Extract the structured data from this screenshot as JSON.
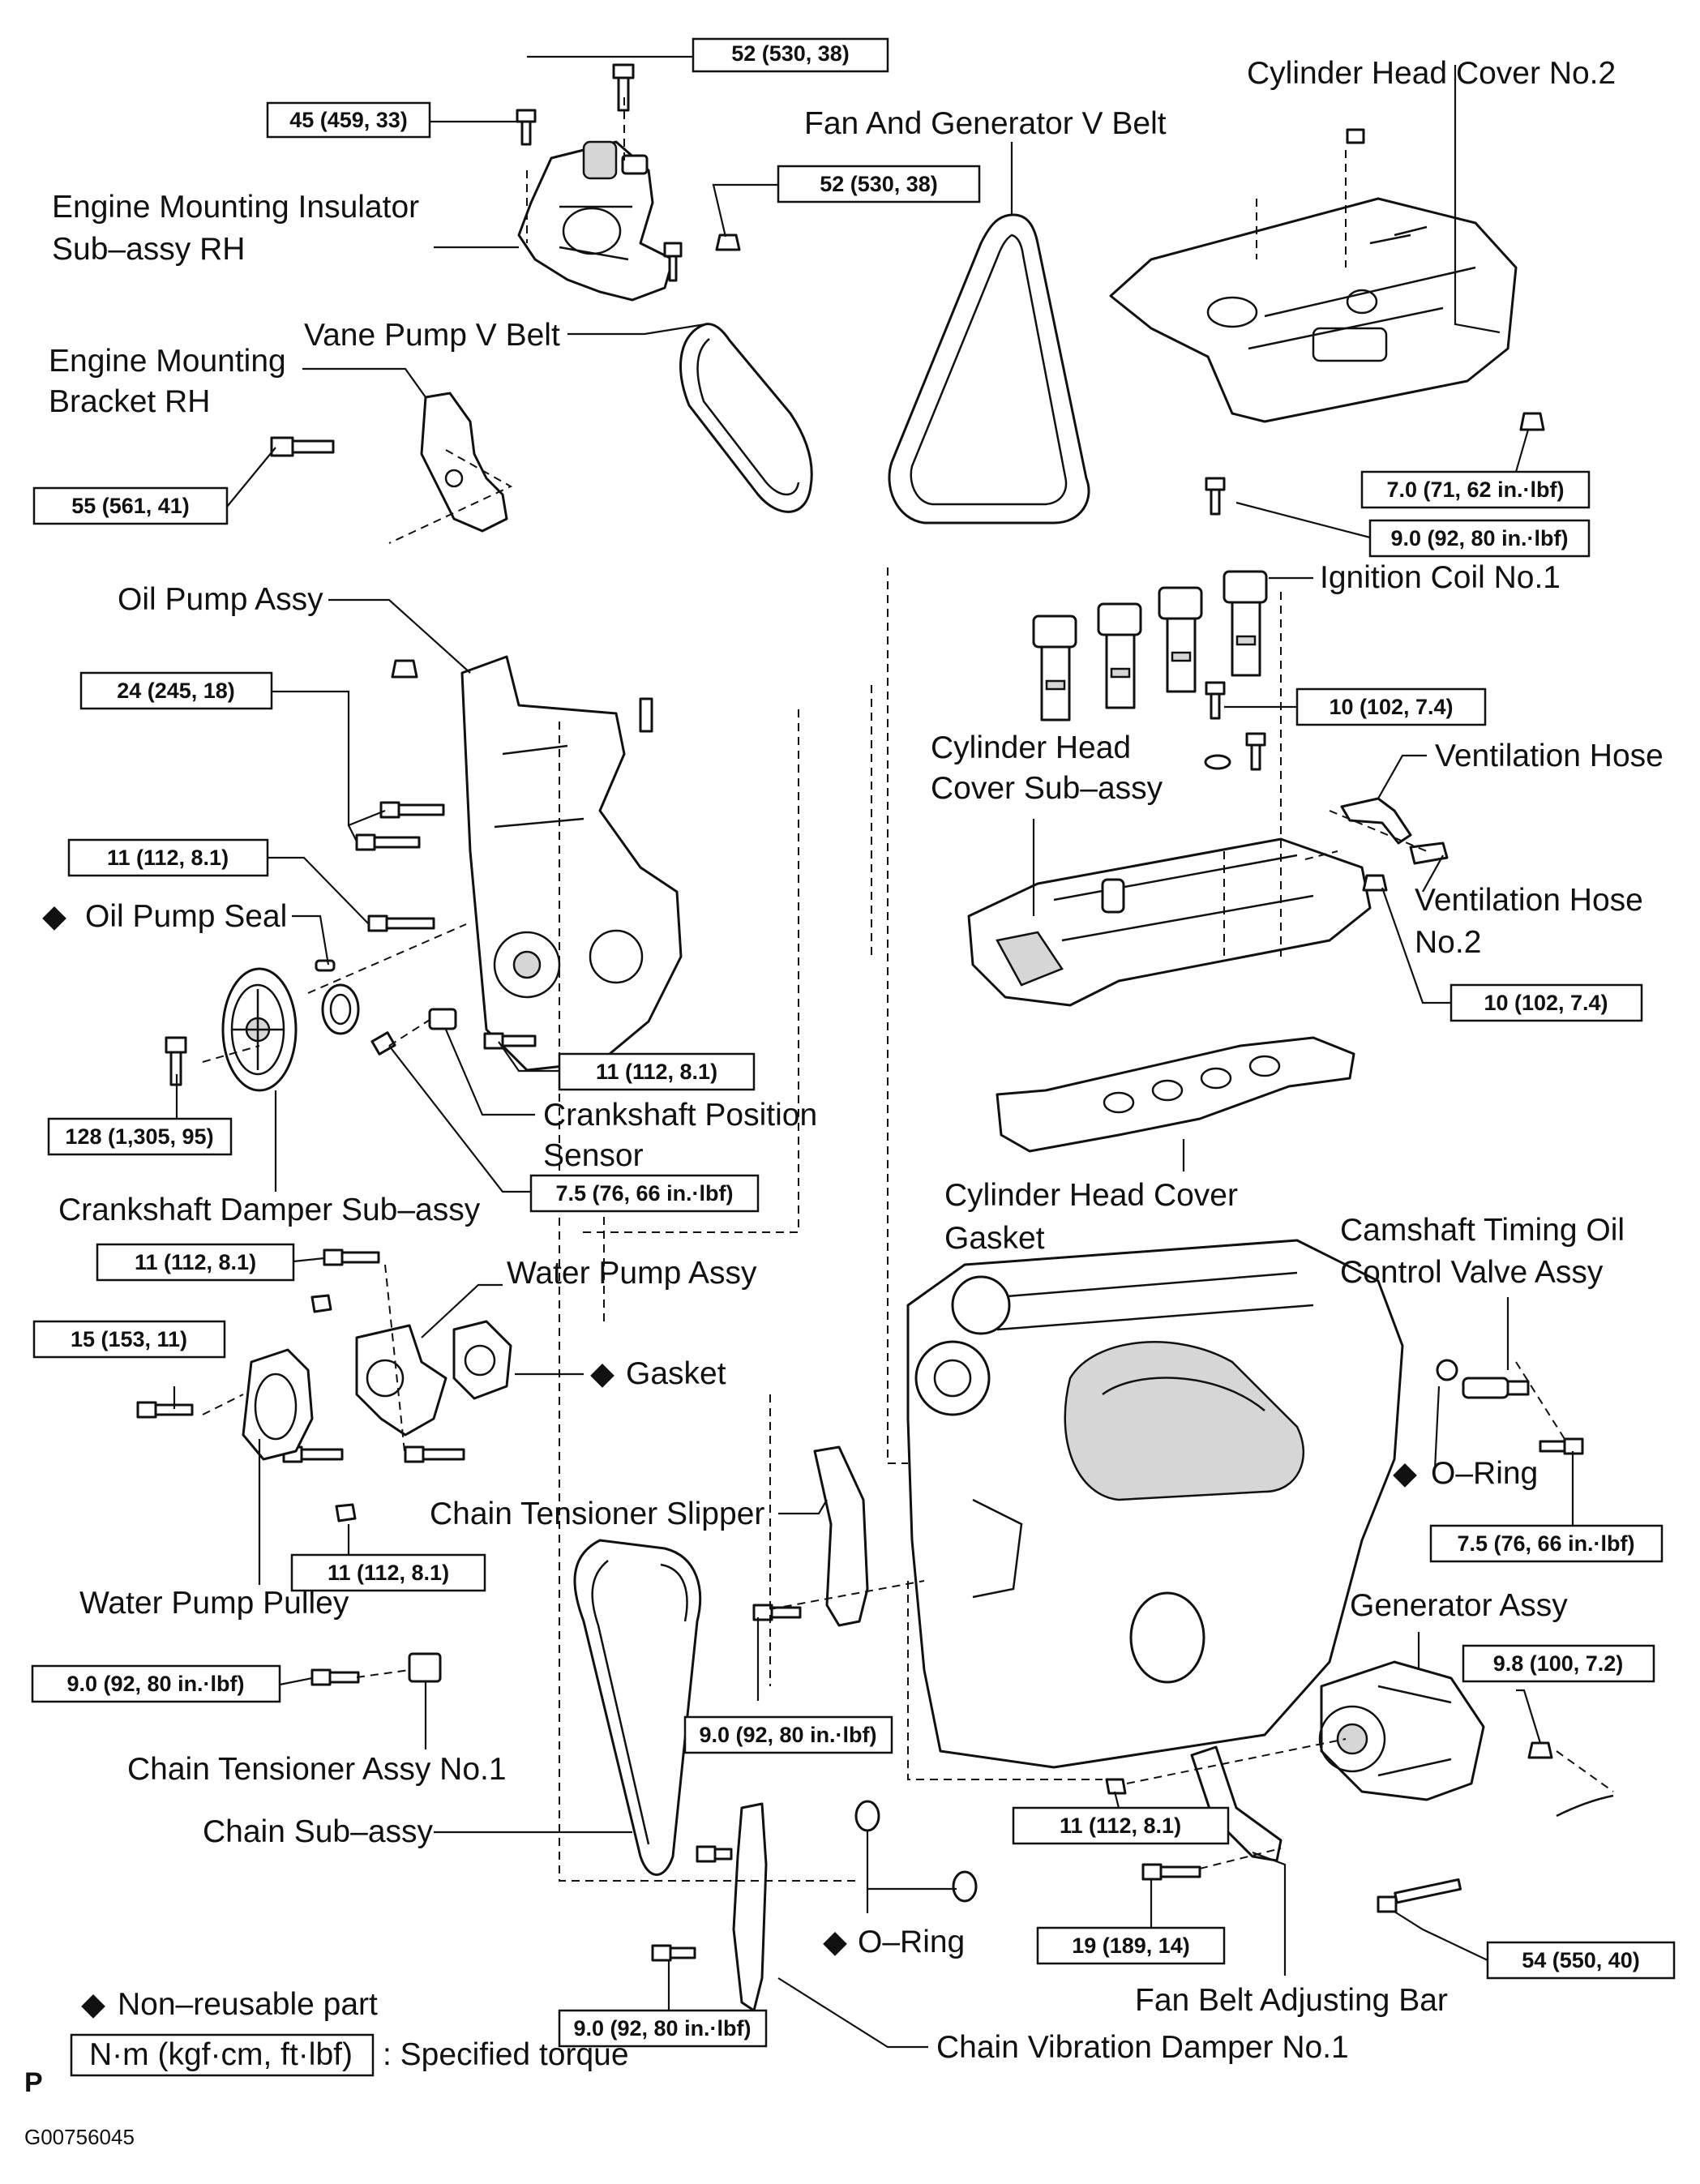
{
  "parts": {
    "cylinder_head_cover_no2": "Cylinder Head Cover No.2",
    "fan_generator_v_belt": "Fan And Generator V Belt",
    "engine_mounting_insulator_1": "Engine Mounting Insulator",
    "engine_mounting_insulator_2": "Sub–assy RH",
    "vane_pump_v_belt": "Vane Pump V Belt",
    "engine_mounting_bracket_1": "Engine Mounting",
    "engine_mounting_bracket_2": "Bracket RH",
    "oil_pump_assy": "Oil Pump Assy",
    "ignition_coil": "Ignition Coil No.1",
    "cylinder_head_cover_subassy_1": "Cylinder Head",
    "cylinder_head_cover_subassy_2": "Cover Sub–assy",
    "ventilation_hose": "Ventilation Hose",
    "ventilation_hose_no2_1": "Ventilation Hose",
    "ventilation_hose_no2_2": "No.2",
    "oil_pump_seal": "Oil Pump Seal",
    "crankshaft_position_sensor_1": "Crankshaft Position",
    "crankshaft_position_sensor_2": "Sensor",
    "crankshaft_damper": "Crankshaft Damper Sub–assy",
    "cylinder_head_cover_gasket_1": "Cylinder Head Cover",
    "cylinder_head_cover_gasket_2": "Gasket",
    "water_pump_assy": "Water Pump Assy",
    "camshaft_timing_1": "Camshaft Timing Oil",
    "camshaft_timing_2": "Control Valve Assy",
    "gasket": "Gasket",
    "o_ring_right": "O–Ring",
    "chain_tensioner_slipper": "Chain Tensioner Slipper",
    "water_pump_pulley": "Water Pump Pulley",
    "generator_assy": "Generator Assy",
    "chain_tensioner_assy": "Chain Tensioner Assy No.1",
    "chain_subassy": "Chain Sub–assy",
    "o_ring_bottom": "O–Ring",
    "fan_belt_adjusting_bar": "Fan Belt Adjusting Bar",
    "chain_vibration_damper": "Chain Vibration Damper No.1"
  },
  "torques": {
    "t_52a": "52 (530, 38)",
    "t_45": "45 (459, 33)",
    "t_52b": "52 (530, 38)",
    "t_55": "55 (561, 41)",
    "t_70": "7.0 (71, 62 in.·lbf)",
    "t_90_coil": "9.0 (92, 80 in.·lbf)",
    "t_24": "24 (245, 18)",
    "t_10a": "10 (102, 7.4)",
    "t_11_oilpump": "11 (112, 8.1)",
    "t_10b": "10 (102, 7.4)",
    "t_11_sensor": "11 (112, 8.1)",
    "t_128": "128 (1,305, 95)",
    "t_75_sensor": "7.5 (76, 66 in.·lbf)",
    "t_11_wp_top": "11 (112, 8.1)",
    "t_15": "15 (153, 11)",
    "t_11_wp_bottom": "11 (112, 8.1)",
    "t_75_valve": "7.5 (76, 66 in.·lbf)",
    "t_98": "9.8 (100, 7.2)",
    "t_90_tensioner": "9.0 (92, 80 in.·lbf)",
    "t_90_slipper": "9.0 (92, 80 in.·lbf)",
    "t_11_gen": "11 (112, 8.1)",
    "t_19": "19 (189, 14)",
    "t_54": "54 (550, 40)",
    "t_90_damper": "9.0 (92, 80 in.·lbf)"
  },
  "legend": {
    "symbol": "◆",
    "non_reusable": "Non–reusable part",
    "unit_box": "N·m (kgf·cm, ft·lbf)",
    "specified": ": Specified torque"
  },
  "footer": {
    "p_mark": "P",
    "figure_code": "G00756045"
  },
  "symbols": {
    "diamond": "◆"
  }
}
